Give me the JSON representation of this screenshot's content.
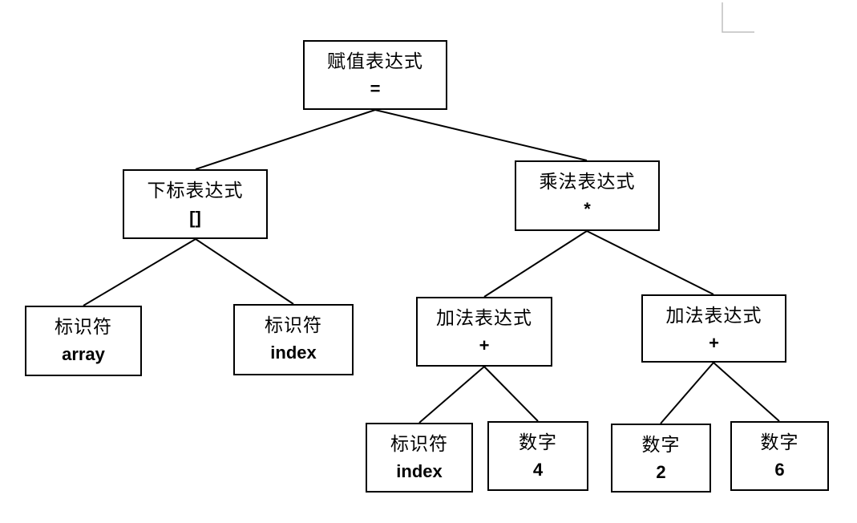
{
  "page": {
    "background_color": "#ffffff"
  },
  "diagram": {
    "type": "parse-tree",
    "colors": {
      "box_border": "#000000",
      "box_fill": "#ffffff",
      "text": "#000000",
      "edge_line": "#000000",
      "corner_mark": "#bfbfbf"
    },
    "nodes": [
      {
        "id": "assign",
        "label": "赋值表达式",
        "value": "="
      },
      {
        "id": "subscript",
        "label": "下标表达式",
        "value": "[]"
      },
      {
        "id": "multiply",
        "label": "乘法表达式",
        "value": "*"
      },
      {
        "id": "id-array",
        "label": "标识符",
        "value": "array"
      },
      {
        "id": "id-index-a",
        "label": "标识符",
        "value": "index"
      },
      {
        "id": "add-left",
        "label": "加法表达式",
        "value": "+"
      },
      {
        "id": "add-right",
        "label": "加法表达式",
        "value": "+"
      },
      {
        "id": "id-index-b",
        "label": "标识符",
        "value": "index"
      },
      {
        "id": "num-4",
        "label": "数字",
        "value": "4"
      },
      {
        "id": "num-2",
        "label": "数字",
        "value": "2"
      },
      {
        "id": "num-6",
        "label": "数字",
        "value": "6"
      }
    ],
    "edges": [
      [
        "assign",
        "subscript"
      ],
      [
        "assign",
        "multiply"
      ],
      [
        "subscript",
        "id-array"
      ],
      [
        "subscript",
        "id-index-a"
      ],
      [
        "multiply",
        "add-left"
      ],
      [
        "multiply",
        "add-right"
      ],
      [
        "add-left",
        "id-index-b"
      ],
      [
        "add-left",
        "num-4"
      ],
      [
        "add-right",
        "num-2"
      ],
      [
        "add-right",
        "num-6"
      ]
    ]
  }
}
